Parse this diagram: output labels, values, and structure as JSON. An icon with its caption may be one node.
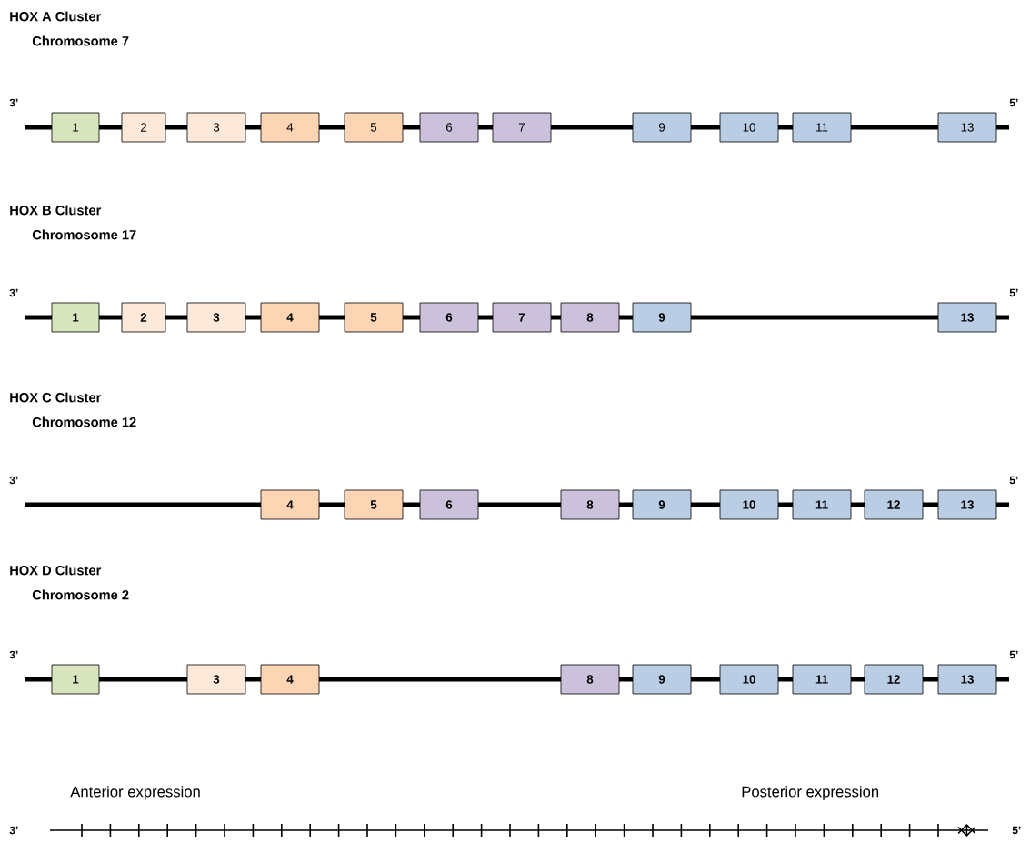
{
  "diagram": {
    "nodes": [
      {
        "text": [
          "1"
        ]
      },
      {
        "text": [
          "2"
        ]
      },
      {
        "text": [
          "3"
        ]
      },
      {
        "text": [
          "4"
        ]
      },
      {
        "text": [
          "5"
        ]
      },
      {
        "text": [
          "6"
        ]
      },
      {
        "text": [
          "7"
        ]
      },
      {
        "text": [
          "9"
        ]
      },
      {
        "text": [
          "10"
        ]
      },
      {
        "text": [
          "11"
        ]
      },
      {
        "text": [
          "13"
        ]
      },
      {
        "text": [
          "1"
        ]
      },
      {
        "text": [
          "2"
        ]
      },
      {
        "text": [
          "3"
        ]
      },
      {
        "text": [
          "4"
        ]
      },
      {
        "text": [
          "5"
        ]
      },
      {
        "text": [
          "6"
        ]
      },
      {
        "text": [
          "7"
        ]
      },
      {
        "text": [
          "8"
        ]
      },
      {
        "text": [
          "9"
        ]
      },
      {
        "text": [
          "13"
        ]
      },
      {
        "text": [
          "4"
        ]
      },
      {
        "text": [
          "5"
        ]
      },
      {
        "text": [
          "6"
        ]
      },
      {
        "text": [
          "8"
        ]
      },
      {
        "text": [
          "9"
        ]
      },
      {
        "text": [
          "10"
        ]
      },
      {
        "text": [
          "11"
        ]
      },
      {
        "text": [
          "12"
        ]
      },
      {
        "text": [
          "13"
        ]
      },
      {
        "text": [
          "1"
        ]
      },
      {
        "text": [
          "3"
        ]
      },
      {
        "text": [
          "4"
        ]
      },
      {
        "text": [
          "8"
        ]
      },
      {
        "text": [
          "9"
        ]
      },
      {
        "text": [
          "10"
        ]
      },
      {
        "text": [
          "11"
        ]
      },
      {
        "text": [
          "12"
        ]
      },
      {
        "text": [
          "13"
        ]
      }
    ],
    "labels": [
      "HOX A Cluster",
      "Chromosome 7",
      "3’",
      "5’",
      "HOX B Cluster",
      "Chromosome 17",
      "3’",
      "5’",
      "HOX C Cluster",
      "Chromosome 12",
      "3’",
      "5’",
      "HOX D Cluster",
      "Chromosome 2",
      "3’",
      "5’",
      "Anterior expression",
      "Posterior expression",
      "3’",
      "5’"
    ]
  }
}
